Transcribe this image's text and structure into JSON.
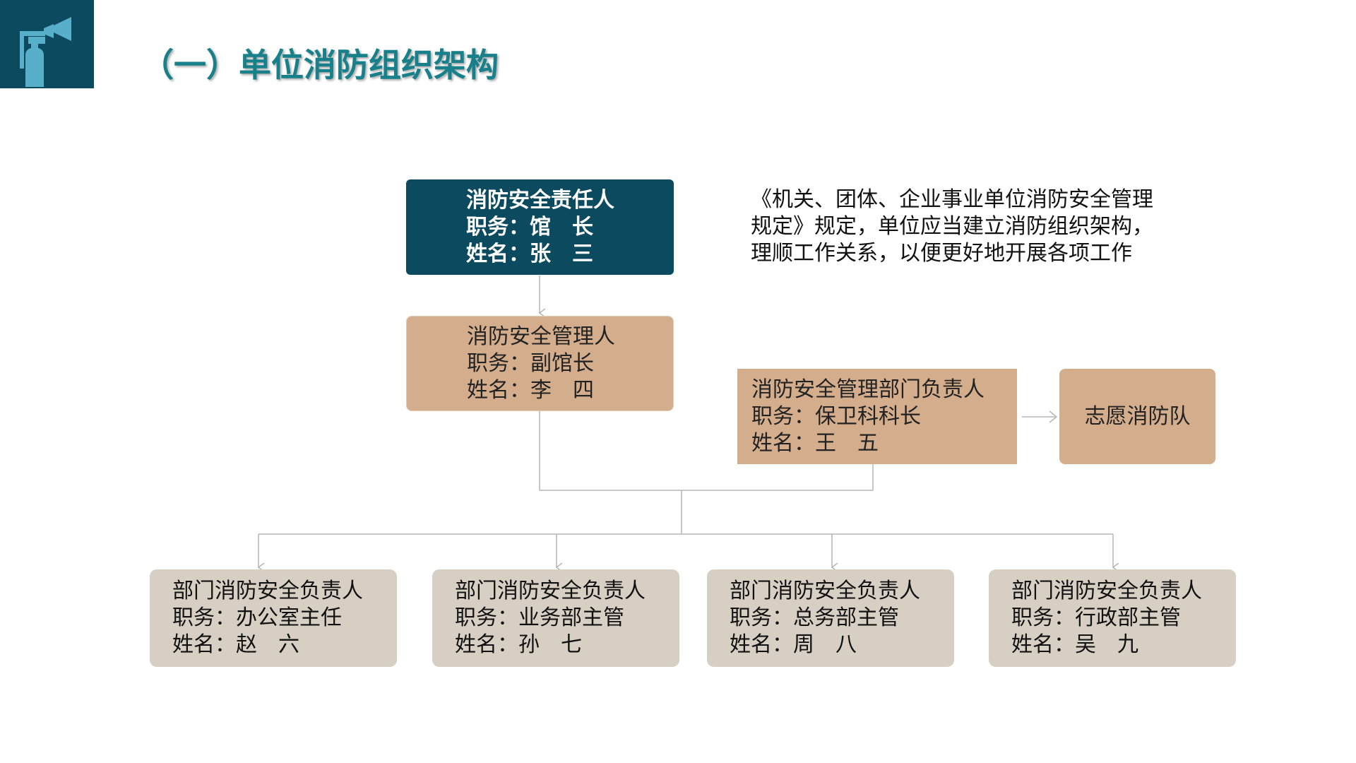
{
  "header": {
    "title": "（一）单位消防组织架构",
    "icon": "fire-extinguisher-icon"
  },
  "note": [
    "《机关、团体、企业事业单位消防安全管理",
    "规定》规定，单位应当建立消防组织架构，",
    "理顺工作关系，以便更好地开展各项工作"
  ],
  "chief": [
    "消防安全责任人",
    "职务：馆　长",
    "姓名：张　三"
  ],
  "manager": [
    "消防安全管理人",
    "职务：副馆长",
    "姓名：李　四"
  ],
  "dept_head": [
    "消防安全管理部门负责人",
    "职务：保卫科科长",
    "姓名：王　五"
  ],
  "volunteer": "志愿消防队",
  "departments": [
    [
      "部门消防安全负责人",
      "职务：办公室主任",
      "姓名：赵　六"
    ],
    [
      "部门消防安全负责人",
      "职务：业务部主管",
      "姓名：孙　七"
    ],
    [
      "部门消防安全负责人",
      "职务：总务部主管",
      "姓名：周　八"
    ],
    [
      "部门消防安全负责人",
      "职务：行政部主管",
      "姓名：吴　九"
    ]
  ],
  "colors": {
    "dark": "#0b4a5f",
    "title": "#17808a",
    "tan": "#d4ae8c",
    "grey": "#d8cfc4"
  }
}
